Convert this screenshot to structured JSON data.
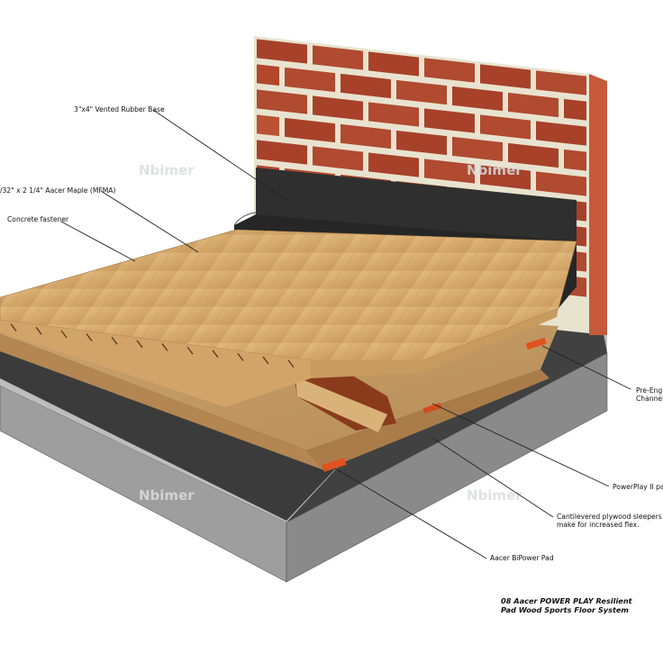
{
  "labels": {
    "rubber_base": "3\"x4\" Vented Rubber Base",
    "maple": "/32\" x 2 1/4\" Aacer Maple (MFMA)",
    "fastener": "Concrete fastener",
    "channel_line1": "Pre-Engi",
    "channel_line2": "Channel",
    "panel": "PowerPlay II par",
    "sleepers_line1": "Cantilevered plywood sleepers",
    "sleepers_line2": "make for increased flex.",
    "pad": "Aacer BiPower Pad"
  },
  "title": {
    "line1": "08 Aacer POWER PLAY Resilient",
    "line2": "Pad Wood Sports Floor System"
  },
  "watermark": "Nbimer",
  "colors": {
    "brick": "#b0462c",
    "mortar": "#e9e4d0",
    "rubber": "#2d2d2d",
    "maple": "#d9ae72",
    "concrete": "#9a9a9a",
    "membrane": "#3a3a3a",
    "pad": "#e0521e"
  }
}
